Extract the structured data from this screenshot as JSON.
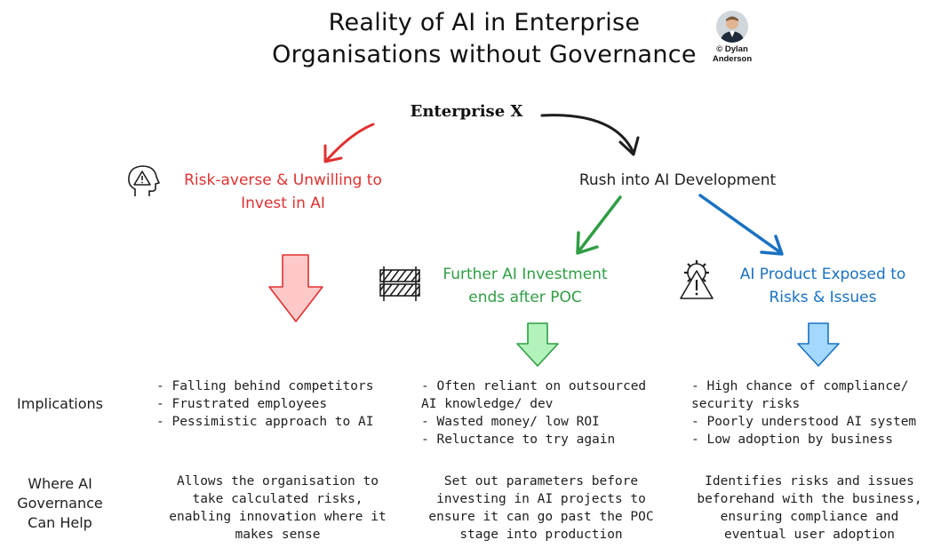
{
  "title": {
    "line1": "Reality of AI in Enterprise",
    "line2": "Organisations without Governance"
  },
  "credit": {
    "line1": "© Dylan",
    "line2": "Anderson"
  },
  "root": "Enterprise X",
  "branches": {
    "risk_averse": {
      "line1": "Risk-averse & Unwilling to",
      "line2": "Invest in AI",
      "color": "#e03131",
      "icon": "head-warning-icon"
    },
    "rush": {
      "label": "Rush into AI Development"
    },
    "poc": {
      "line1": "Further AI Investment",
      "line2": "ends after POC",
      "color": "#2f9e44",
      "icon": "barrier-icon"
    },
    "exposed": {
      "line1": "AI Product Exposed to",
      "line2": "Risks & Issues",
      "color": "#1971c2",
      "icon": "gear-warning-icon"
    }
  },
  "rows": {
    "implications": "Implications",
    "help_line1": "Where AI",
    "help_line2": "Governance",
    "help_line3": "Can Help"
  },
  "implications": {
    "col1": [
      "- Falling behind competitors",
      "- Frustrated employees",
      "- Pessimistic approach to AI"
    ],
    "col2": [
      "- Often reliant on outsourced",
      "AI knowledge/ dev",
      "- Wasted money/ low ROI",
      "- Reluctance to try again"
    ],
    "col3": [
      "- High chance of compliance/",
      "security risks",
      "- Poorly understood AI system",
      "- Low adoption by business"
    ]
  },
  "governance_help": {
    "col1": [
      "Allows the organisation to",
      "take calculated risks,",
      "enabling innovation where it",
      "makes sense"
    ],
    "col2": [
      "Set out parameters before",
      "investing in AI projects to",
      "ensure it can go past the POC",
      "stage into production"
    ],
    "col3": [
      "Identifies risks and issues",
      "beforehand with the business,",
      "ensuring compliance and",
      "eventual user adoption"
    ]
  },
  "colors": {
    "red": "#e03131",
    "green": "#2f9e44",
    "blue": "#1971c2",
    "red_fill": "#ffc9c9",
    "green_fill": "#b2f2bb",
    "blue_fill": "#a5d8ff"
  }
}
